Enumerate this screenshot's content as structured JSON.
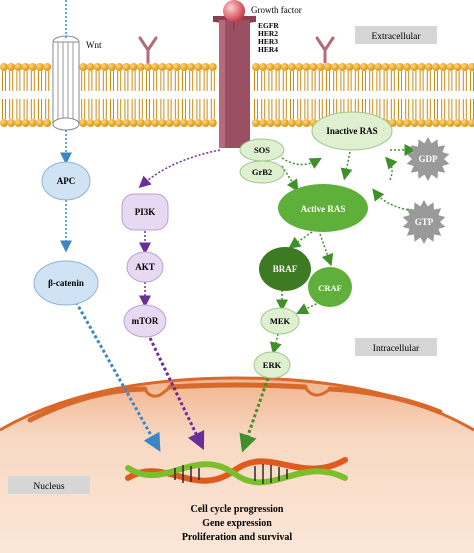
{
  "labels": {
    "growth_factor": "Growth factor",
    "receptors": [
      "EGFR",
      "HER2",
      "HER3",
      "HER4"
    ],
    "wnt": "Wnt",
    "extracellular": "Extracellular",
    "intracellular": "Intracellular",
    "nucleus": "Nucleus"
  },
  "nodes": {
    "sos": "SOS",
    "grb2": "GrB2",
    "inactive_ras": "Inactive RAS",
    "active_ras": "Active RAS",
    "gdp": "GDP",
    "gtp": "GTP",
    "apc": "APC",
    "beta_catenin": "β-catenin",
    "pi3k": "PI3K",
    "akt": "AKT",
    "mtor": "mTOR",
    "braf": "BRAF",
    "craf": "CRAF",
    "mek": "MEK",
    "erk": "ERK"
  },
  "outcomes": [
    "Cell cycle progression",
    "Gene expression",
    "Proliferation and survival"
  ],
  "colors": {
    "membrane_head": "#e8a61e",
    "membrane_tail": "#c98a12",
    "receptor": "#9b4f63",
    "growth_factor": "#d94a55",
    "ras_light": "#dff0d0",
    "ras_green": "#5fb03a",
    "ras_dark": "#3d7a22",
    "wnt_path": "#cfe3f5",
    "pi3k_path": "#e7d9f2",
    "nucleus_fill": "#f6d4bd",
    "nuclear_membrane": "#d9692a",
    "arrow_blue": "#3d86c6",
    "arrow_purple": "#6a2e9a",
    "arrow_green": "#3f8f2a"
  }
}
